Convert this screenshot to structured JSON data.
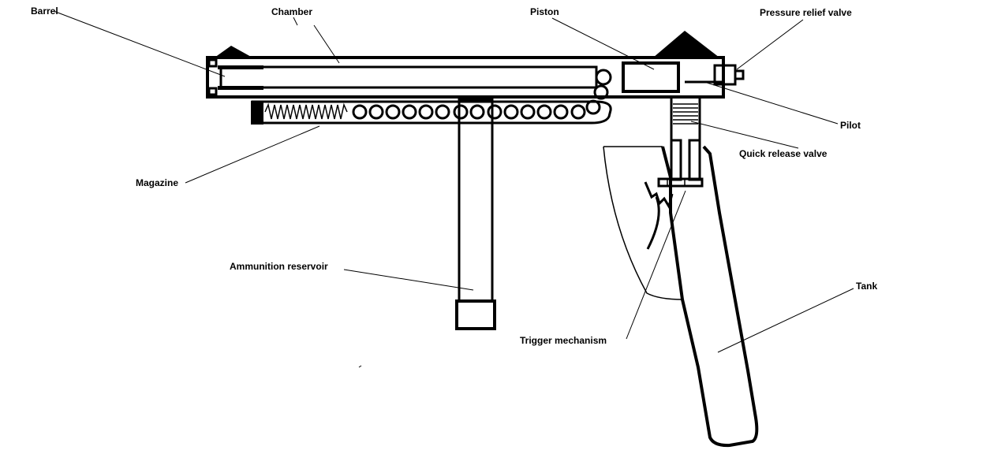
{
  "colors": {
    "ink": "#000000",
    "paper": "#ffffff"
  },
  "labels": {
    "barrel": "Barrel",
    "chamber": "Chamber",
    "piston": "Piston",
    "pressure_relief_valve": "Pressure relief valve",
    "pilot": "Pilot",
    "quick_release_valve": "Quick release valve",
    "magazine": "Magazine",
    "ammunition_reservoir": "Ammunition reservoir",
    "tank": "Tank",
    "trigger_mechanism": "Trigger mechanism"
  }
}
